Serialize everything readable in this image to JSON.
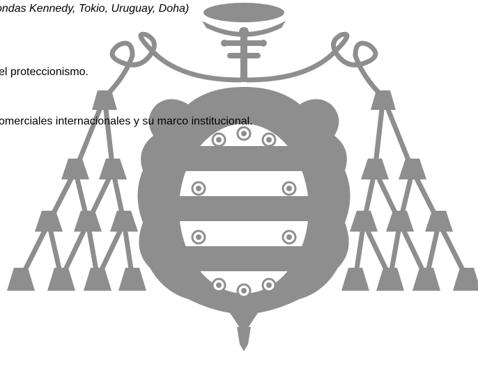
{
  "document": {
    "lines": [
      "ondas Kennedy, Tokio, Uruguay, Doha)",
      "el proteccionismo.",
      "omerciales internacionales y su marco institucional.",
      ":"
    ]
  },
  "watermark": {
    "description": "university coat of arms",
    "color": "#8e8e8e"
  }
}
